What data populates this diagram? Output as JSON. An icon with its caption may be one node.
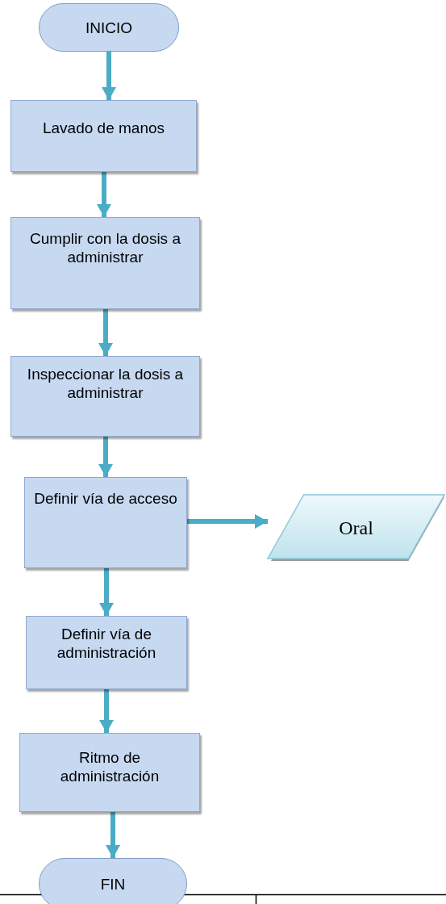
{
  "diagram": {
    "nodes": [
      {
        "text": [
          "INICIO"
        ]
      },
      {
        "text": [
          "Lavado de manos"
        ]
      },
      {
        "text": [
          "Cumplir con la dosis a administrar"
        ]
      },
      {
        "text": [
          "Inspeccionar la dosis a administrar"
        ]
      },
      {
        "text": [
          "Definir vía de acceso"
        ]
      },
      {
        "text": [
          "Oral"
        ]
      },
      {
        "text": [
          "Definir vía de administración"
        ]
      },
      {
        "text": [
          "Ritmo de administración"
        ]
      },
      {
        "text": [
          "FIN"
        ]
      }
    ],
    "edges": [
      {
        "from": 0,
        "to": 1,
        "arrow": "to"
      },
      {
        "from": 1,
        "to": 2,
        "arrow": "to"
      },
      {
        "from": 2,
        "to": 3,
        "arrow": "to"
      },
      {
        "from": 3,
        "to": 4,
        "arrow": "to"
      },
      {
        "from": 4,
        "to": 5,
        "arrow": "to"
      },
      {
        "from": 4,
        "to": 6,
        "arrow": "to"
      },
      {
        "from": 6,
        "to": 7,
        "arrow": "to"
      },
      {
        "from": 7,
        "to": 8,
        "arrow": "to"
      }
    ]
  }
}
